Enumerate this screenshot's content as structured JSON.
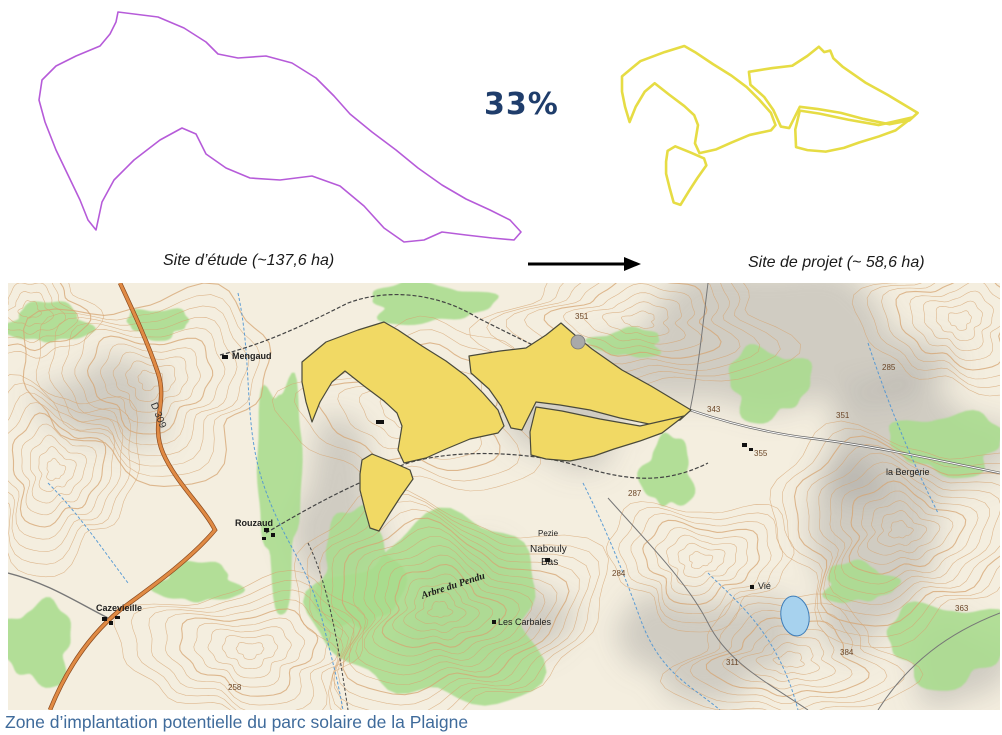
{
  "figure": {
    "percentage": "33%",
    "study_site_label": "Site d’étude (~137,6 ha)",
    "project_site_label": "Site de projet (~ 58,6 ha)",
    "caption": "Zone d’implantation potentielle du parc solaire de la Plaigne"
  },
  "colors": {
    "study_outline": "#b65bd9",
    "project_outline": "#e6dc44",
    "project_fill": "#f1d964",
    "percentage": "#1f3d6b",
    "caption": "#3f6b9b"
  },
  "map": {
    "places": {
      "mengaud": "Mengaud",
      "rouzaud": "Rouzaud",
      "cazevieille": "Cazevieille",
      "nabouly": "Nabouly",
      "bas": "Bas",
      "pezie": "Pezie",
      "les_carbales": "Les Carbales",
      "vie": "Vié",
      "la_bergerie": "la Bergerie",
      "arbre_du_pendu": "Arbre du Pendu"
    },
    "road_label": "D 309",
    "spot_heights": [
      "351",
      "343",
      "351",
      "285",
      "355",
      "287",
      "284",
      "311",
      "384",
      "363",
      "258"
    ]
  }
}
